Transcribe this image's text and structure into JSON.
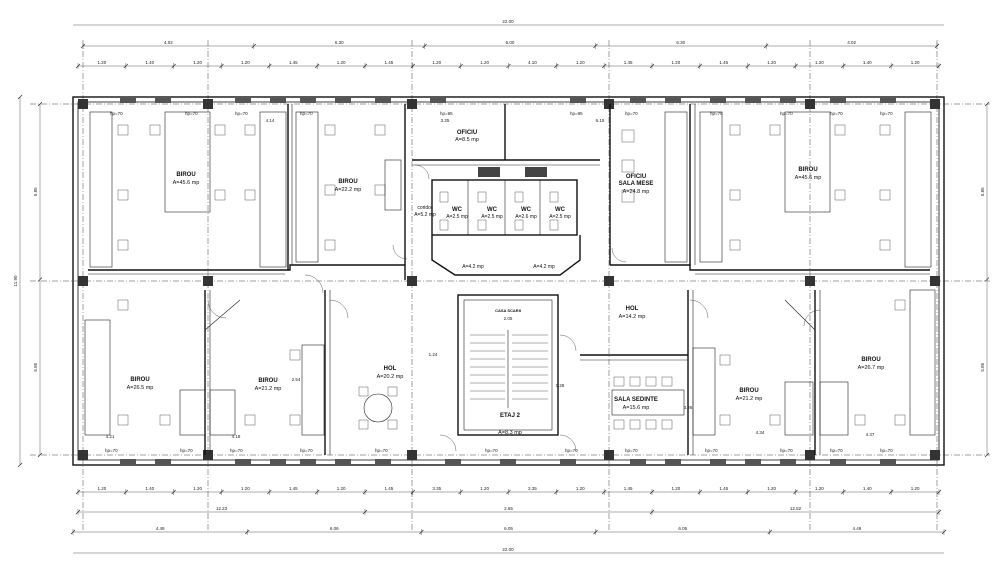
{
  "title": "",
  "rooms": [
    {
      "id": "birou-1",
      "name": "BIROU",
      "area": "A=45.6 mp"
    },
    {
      "id": "birou-2",
      "name": "BIROU",
      "area": "A=22.2 mp"
    },
    {
      "id": "oficiu-1",
      "name": "OFICIU",
      "area": "A=8.5 mp"
    },
    {
      "id": "oficiu-sala",
      "name": "OFICIU\nSALA MESE",
      "area": "A=24.8 mp"
    },
    {
      "id": "birou-3",
      "name": "BIROU",
      "area": "A=45.6 mp"
    },
    {
      "id": "birou-4",
      "name": "BIROU",
      "area": "A=26.5 mp"
    },
    {
      "id": "birou-5",
      "name": "BIROU",
      "area": "A=21.2 mp"
    },
    {
      "id": "hol-1",
      "name": "HOL",
      "area": "A=20.2 mp"
    },
    {
      "id": "hol-2",
      "name": "HOL",
      "area": "A=14.2 mp"
    },
    {
      "id": "sala-sedinte",
      "name": "SALA SEDINTE",
      "area": "A=15.6 mp"
    },
    {
      "id": "birou-6",
      "name": "BIROU",
      "area": "A=21.2 mp"
    },
    {
      "id": "birou-7",
      "name": "BIROU",
      "area": "A=26.7 mp"
    },
    {
      "id": "casa-scarii",
      "name": "CASA SCARII",
      "area": ""
    },
    {
      "id": "etaj",
      "name": "ETAJ 2",
      "area": "A=8.3 mp"
    },
    {
      "id": "coridor",
      "name": "coridor",
      "area": "A=5.2 mp"
    },
    {
      "id": "wc-1",
      "name": "WC",
      "area": "A=2.5 mp"
    },
    {
      "id": "wc-2",
      "name": "WC",
      "area": "A=2.5 mp"
    },
    {
      "id": "wc-3",
      "name": "WC",
      "area": "A=2.6 mp"
    },
    {
      "id": "wc-4",
      "name": "WC",
      "area": "A=2.5 mp"
    },
    {
      "id": "hol-wc-1",
      "name": "",
      "area": "A=4.2 mp"
    },
    {
      "id": "hol-wc-2",
      "name": "",
      "area": "A=4.2 mp"
    }
  ],
  "window_labels": {
    "hp": "hp=70",
    "hp_wc": "hp=95"
  },
  "dimensions": {
    "top_total": "22.00",
    "top_row1": [
      "4.02",
      "6.30",
      "6.00",
      "6.30",
      "4.02"
    ],
    "top_row2": [
      "1.20",
      "1.40",
      "1.20",
      "1.20",
      "1.45",
      "1.20",
      "1.45",
      "1.20",
      "1.20",
      "4.10",
      "1.20",
      "1.45",
      "1.20",
      "1.45",
      "1.20",
      "1.20",
      "1.40",
      "1.20"
    ],
    "bottom_row1": [
      "1.20",
      "1.40",
      "1.20",
      "1.20",
      "1.45",
      "1.20",
      "1.45",
      "3.35",
      "1.20",
      "3.35",
      "1.20",
      "1.45",
      "1.20",
      "1.45",
      "1.20",
      "1.20",
      "1.40",
      "1.20"
    ],
    "bottom_row2": [
      "12.23",
      "2.65",
      "12.52"
    ],
    "bottom_row3": [
      "4.49",
      "6.06",
      "6.05",
      "6.05",
      "4.49"
    ],
    "bottom_total": "22.00",
    "left_total": "11.90",
    "left_parts": [
      "5.85",
      "5.85"
    ],
    "right_parts": [
      "5.85",
      "5.85"
    ],
    "interior": [
      "4.14",
      "3.25",
      "6.15",
      "2.05",
      "4.21",
      "4.18",
      "4.34",
      "4.37",
      "2.54",
      "3.26",
      "1.24",
      "1.28"
    ]
  }
}
